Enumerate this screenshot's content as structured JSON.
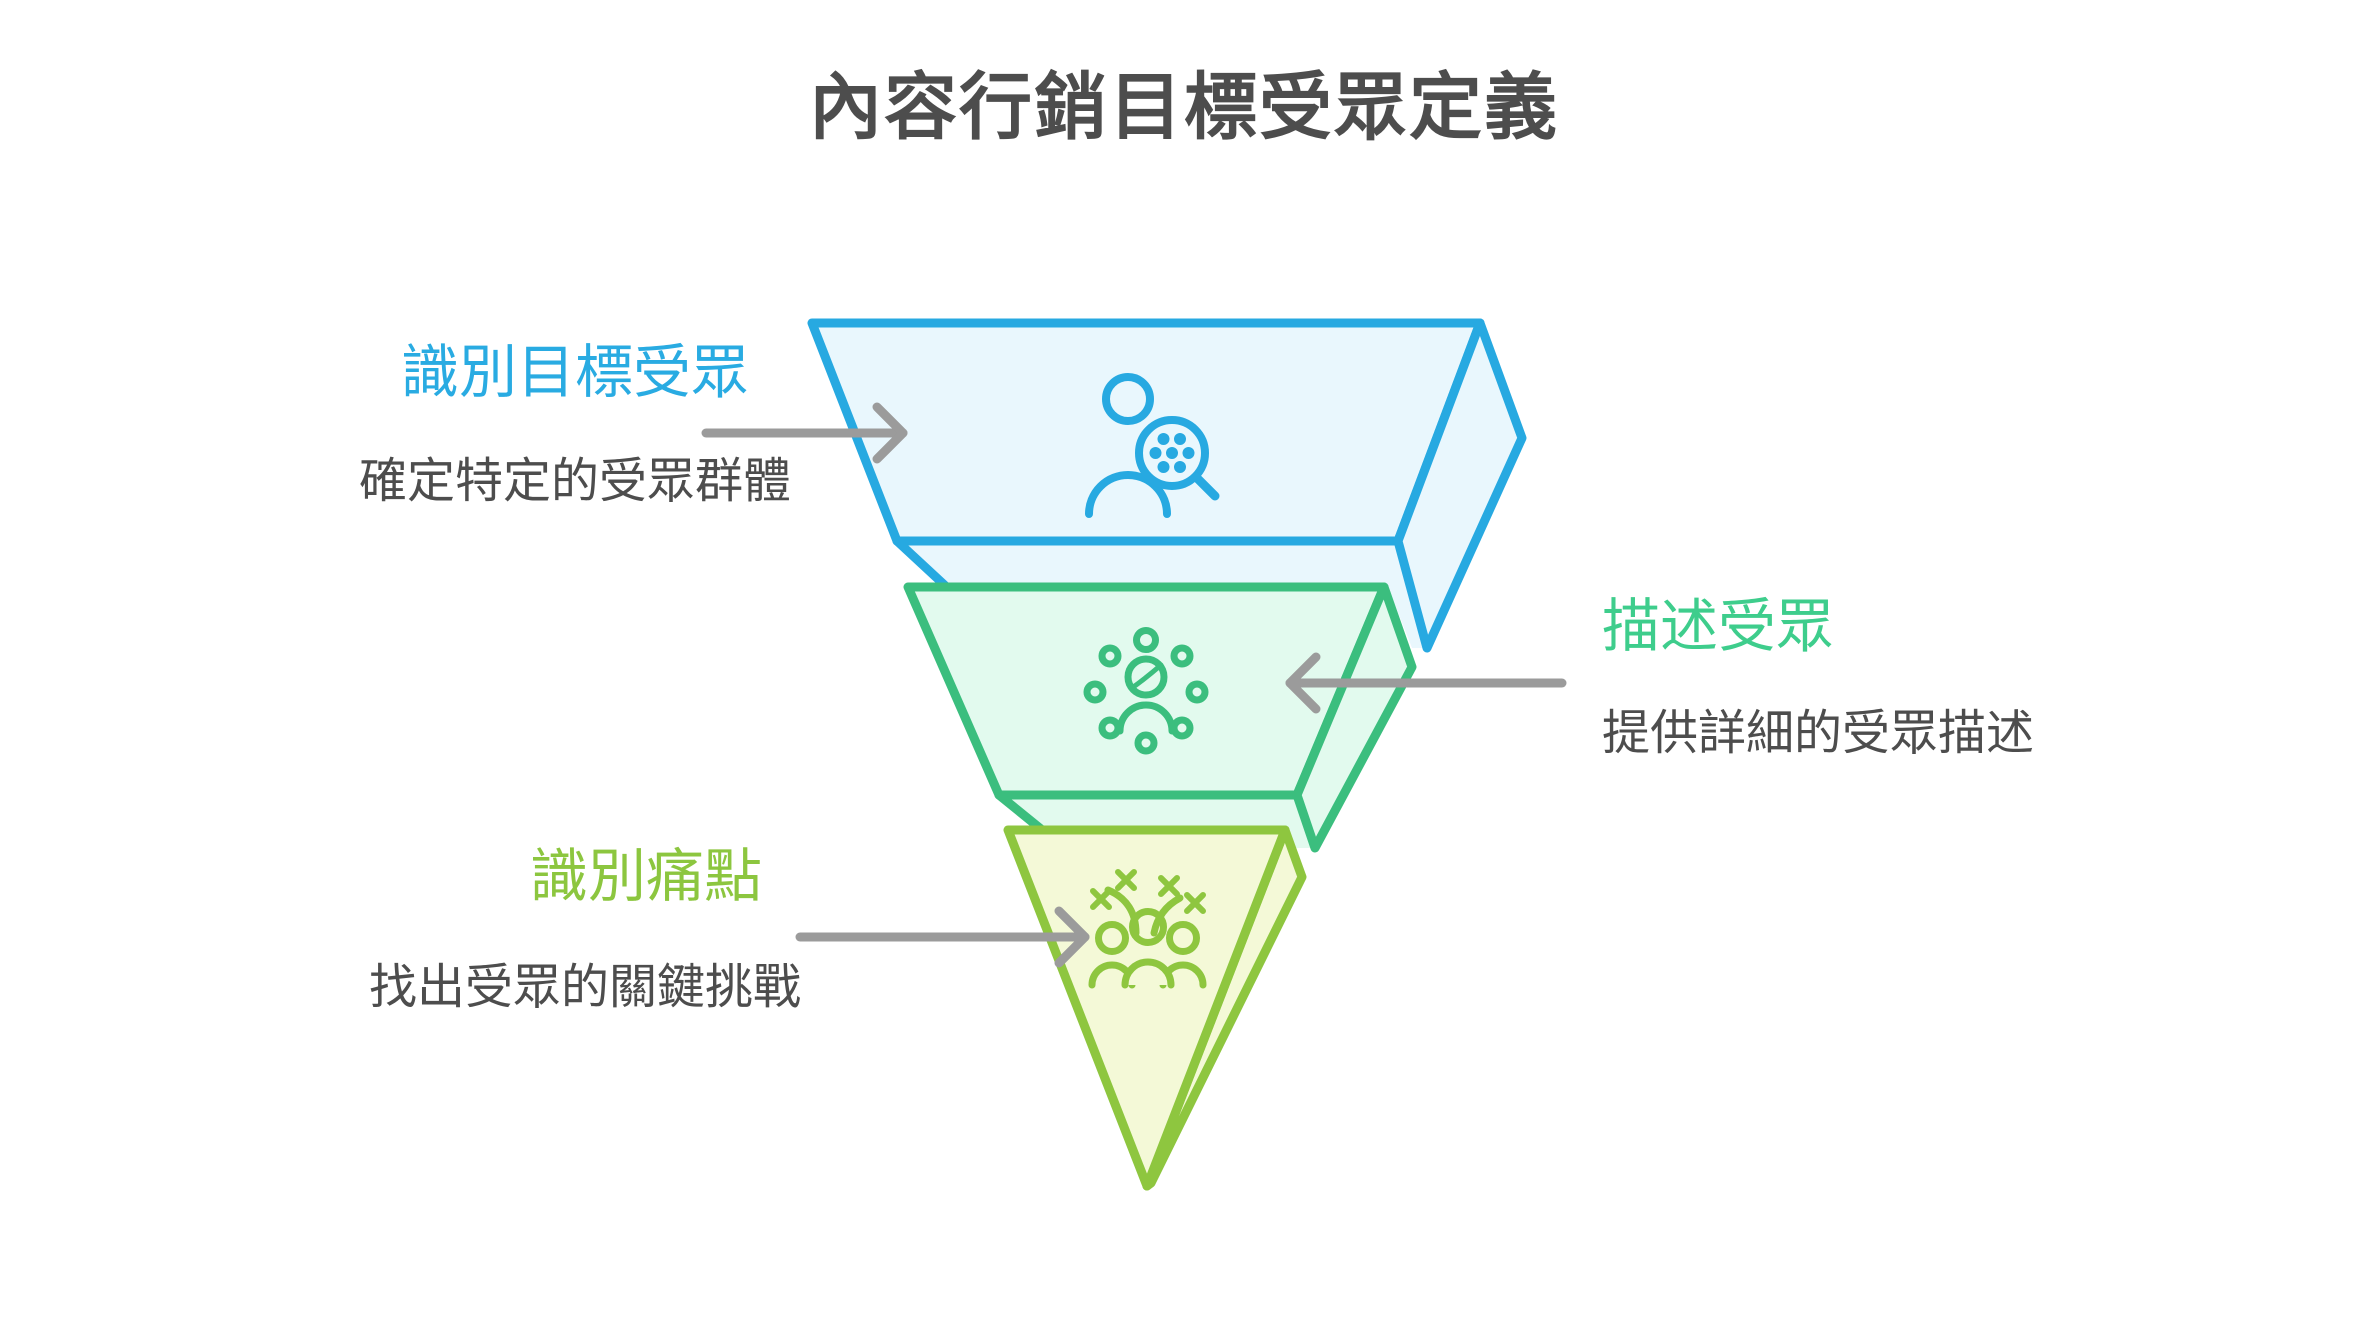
{
  "title": "內容行銷目標受眾定義",
  "palette": {
    "background": "#FFFFFF",
    "text": "#4D4D4D",
    "arrow": "#9B9B9B",
    "blue_stroke": "#27A9E1",
    "blue_fill": "#E9F7FD",
    "blue_label": "#29ABE2",
    "green_stroke": "#3BBE7E",
    "green_fill": "#E2FAEE",
    "green_label": "#3ECD8C",
    "lime_stroke": "#8EC63F",
    "lime_fill": "#F4F9D7",
    "lime_label": "#8CC63F"
  },
  "steps": [
    {
      "label": "識別目標受眾",
      "description": "確定特定的受眾群體",
      "icon": "person-magnifier-icon",
      "label_side": "left"
    },
    {
      "label": "描述受眾",
      "description": "提供詳細的受眾描述",
      "icon": "person-dot-ring-icon",
      "label_side": "right"
    },
    {
      "label": "識別痛點",
      "description": "找出受眾的關鍵挑戰",
      "icon": "group-sparks-icon",
      "label_side": "left"
    }
  ]
}
